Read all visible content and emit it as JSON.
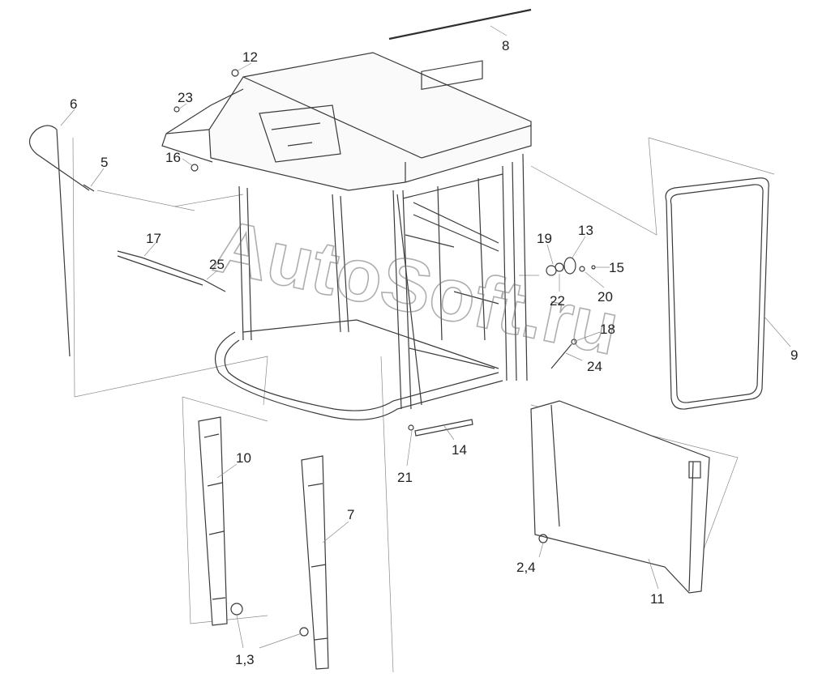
{
  "watermark": "AutoSoft.ru",
  "callouts": [
    {
      "id": "c1",
      "label": "12"
    },
    {
      "id": "c2",
      "label": "8"
    },
    {
      "id": "c3",
      "label": "6"
    },
    {
      "id": "c4",
      "label": "23"
    },
    {
      "id": "c5",
      "label": "16"
    },
    {
      "id": "c6",
      "label": "5"
    },
    {
      "id": "c7",
      "label": "17"
    },
    {
      "id": "c8",
      "label": "25"
    },
    {
      "id": "c9",
      "label": "19"
    },
    {
      "id": "c10",
      "label": "13"
    },
    {
      "id": "c11",
      "label": "15"
    },
    {
      "id": "c12",
      "label": "22"
    },
    {
      "id": "c13",
      "label": "20"
    },
    {
      "id": "c14",
      "label": "18"
    },
    {
      "id": "c15",
      "label": "24"
    },
    {
      "id": "c16",
      "label": "9"
    },
    {
      "id": "c17",
      "label": "10"
    },
    {
      "id": "c18",
      "label": "14"
    },
    {
      "id": "c19",
      "label": "21"
    },
    {
      "id": "c20",
      "label": "7"
    },
    {
      "id": "c21",
      "label": "2,4"
    },
    {
      "id": "c22",
      "label": "11"
    },
    {
      "id": "c23",
      "label": "1,3"
    }
  ]
}
